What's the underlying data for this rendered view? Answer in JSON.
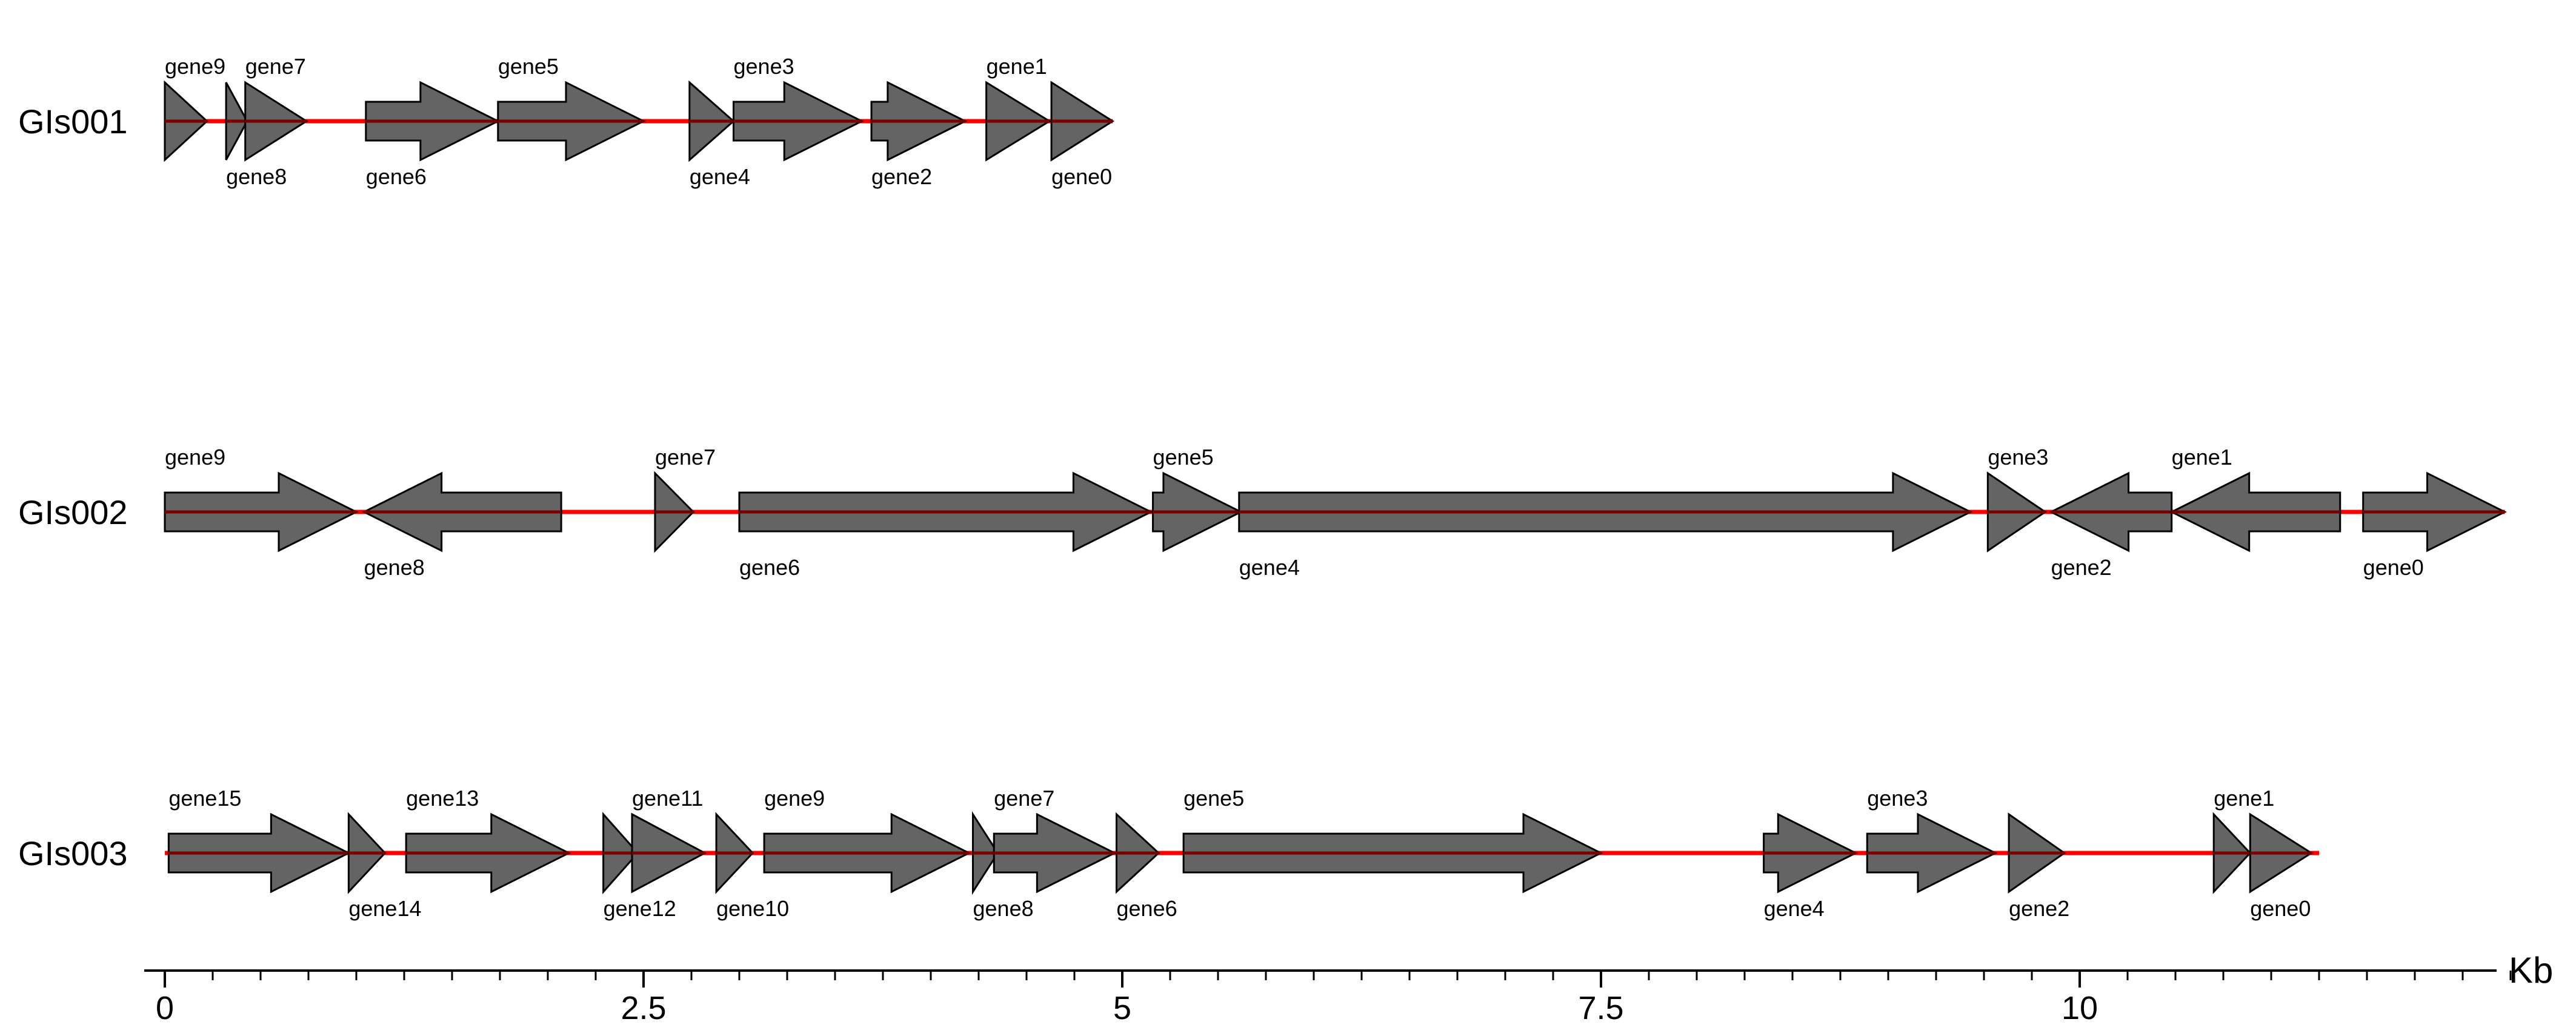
{
  "axis": {
    "unit": "Kb",
    "ticks": [
      {
        "value": 0,
        "label": "0"
      },
      {
        "value": 2.5,
        "label": "2.5"
      },
      {
        "value": 5,
        "label": "5"
      },
      {
        "value": 7.5,
        "label": "7.5"
      },
      {
        "value": 10,
        "label": "10"
      }
    ],
    "minor_step": 0.25,
    "range": [
      0,
      12.3
    ]
  },
  "colors": {
    "gene_fill": "#646464",
    "gene_stroke": "#000000",
    "backbone": "#ff0000",
    "center_line": "#7a0000"
  },
  "tracks": [
    {
      "name": "GIs001",
      "end": 4.95,
      "genes": [
        {
          "name": "gene9",
          "start": 0.0,
          "end": 0.22,
          "strand": "+"
        },
        {
          "name": "gene8",
          "start": 0.32,
          "end": 0.43,
          "strand": "+"
        },
        {
          "name": "gene7",
          "start": 0.42,
          "end": 0.74,
          "strand": "+"
        },
        {
          "name": "gene6",
          "start": 1.05,
          "end": 1.74,
          "strand": "+"
        },
        {
          "name": "gene5",
          "start": 1.74,
          "end": 2.5,
          "strand": "+"
        },
        {
          "name": "gene4",
          "start": 2.74,
          "end": 2.97,
          "strand": "+"
        },
        {
          "name": "gene3",
          "start": 2.97,
          "end": 3.64,
          "strand": "+"
        },
        {
          "name": "gene2",
          "start": 3.69,
          "end": 4.18,
          "strand": "+"
        },
        {
          "name": "gene1",
          "start": 4.29,
          "end": 4.62,
          "strand": "+"
        },
        {
          "name": "gene0",
          "start": 4.63,
          "end": 4.95,
          "strand": "+"
        }
      ]
    },
    {
      "name": "GIs002",
      "end": 12.22,
      "genes": [
        {
          "name": "gene9",
          "start": 0.0,
          "end": 1.0,
          "strand": "+"
        },
        {
          "name": "gene8",
          "start": 1.04,
          "end": 2.07,
          "strand": "-"
        },
        {
          "name": "gene7",
          "start": 2.56,
          "end": 2.76,
          "strand": "+"
        },
        {
          "name": "gene6",
          "start": 3.0,
          "end": 5.15,
          "strand": "+"
        },
        {
          "name": "gene5",
          "start": 5.16,
          "end": 5.62,
          "strand": "+"
        },
        {
          "name": "gene4",
          "start": 5.61,
          "end": 9.43,
          "strand": "+"
        },
        {
          "name": "gene3",
          "start": 9.52,
          "end": 9.82,
          "strand": "+"
        },
        {
          "name": "gene2",
          "start": 9.85,
          "end": 10.48,
          "strand": "-"
        },
        {
          "name": "gene1",
          "start": 10.48,
          "end": 11.36,
          "strand": "-"
        },
        {
          "name": "gene0",
          "start": 11.48,
          "end": 12.22,
          "strand": "+"
        }
      ]
    },
    {
      "name": "GIs003",
      "end": 11.25,
      "genes": [
        {
          "name": "gene15",
          "start": 0.02,
          "end": 0.96,
          "strand": "+"
        },
        {
          "name": "gene14",
          "start": 0.96,
          "end": 1.15,
          "strand": "+"
        },
        {
          "name": "gene13",
          "start": 1.26,
          "end": 2.11,
          "strand": "+"
        },
        {
          "name": "gene12",
          "start": 2.29,
          "end": 2.47,
          "strand": "+"
        },
        {
          "name": "gene11",
          "start": 2.44,
          "end": 2.82,
          "strand": "+"
        },
        {
          "name": "gene10",
          "start": 2.88,
          "end": 3.07,
          "strand": "+"
        },
        {
          "name": "gene9",
          "start": 3.13,
          "end": 4.2,
          "strand": "+"
        },
        {
          "name": "gene8",
          "start": 4.22,
          "end": 4.35,
          "strand": "+"
        },
        {
          "name": "gene7",
          "start": 4.33,
          "end": 4.96,
          "strand": "+"
        },
        {
          "name": "gene6",
          "start": 4.97,
          "end": 5.19,
          "strand": "+"
        },
        {
          "name": "gene5",
          "start": 5.32,
          "end": 7.5,
          "strand": "+"
        },
        {
          "name": "gene4",
          "start": 8.35,
          "end": 8.83,
          "strand": "+"
        },
        {
          "name": "gene3",
          "start": 8.89,
          "end": 9.56,
          "strand": "+"
        },
        {
          "name": "gene2",
          "start": 9.63,
          "end": 9.92,
          "strand": "+"
        },
        {
          "name": "gene1",
          "start": 10.7,
          "end": 10.89,
          "strand": "+"
        },
        {
          "name": "gene0",
          "start": 10.89,
          "end": 11.21,
          "strand": "+"
        }
      ]
    }
  ]
}
